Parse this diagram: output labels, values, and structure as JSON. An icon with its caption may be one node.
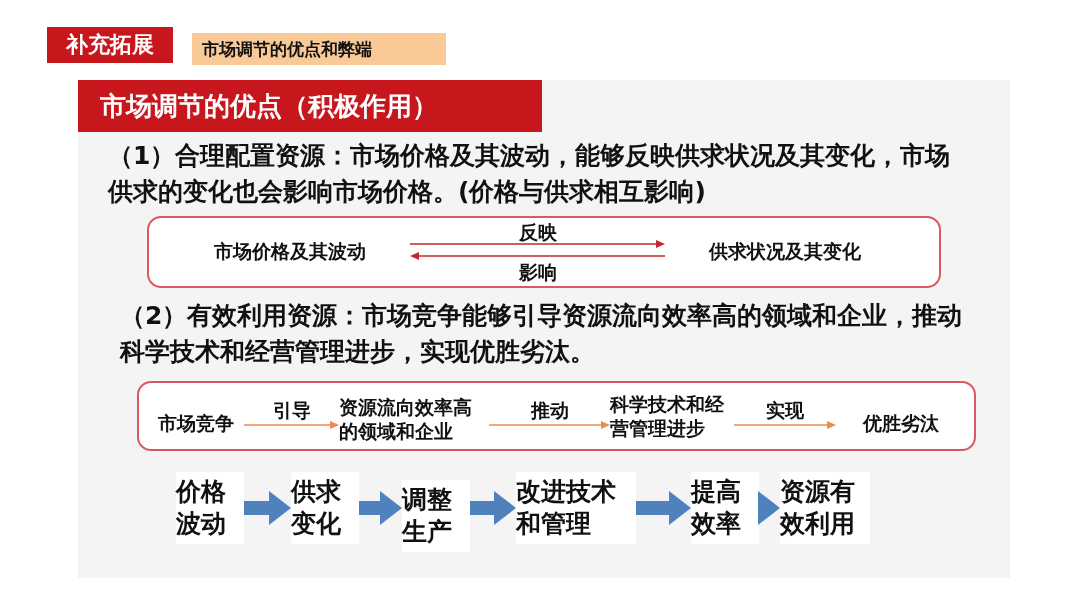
{
  "diagram": {
    "nodes": [
      {
        "text": [
          "补充拓展"
        ]
      },
      {
        "text": [
          "市场调节的优点和弊端"
        ]
      },
      {
        "text": [
          "市场调节的优点（积极作用）"
        ]
      },
      {
        "text": [],
        "shape": "box"
      },
      {
        "text": [
          "市场价格及其波动"
        ],
        "in": 3
      },
      {
        "text": [
          "供求状况及其变化"
        ],
        "in": 3
      },
      {
        "text": [],
        "shape": "box"
      },
      {
        "text": [
          "市场竞争"
        ],
        "in": 6
      },
      {
        "text": [
          "资源流向效率高的领域和企业"
        ],
        "in": 6
      },
      {
        "text": [
          "科学技术和经营管理进步"
        ],
        "in": 6
      },
      {
        "text": [
          "优胜劣汰"
        ],
        "in": 6
      },
      {
        "text": [
          "价格波动"
        ]
      },
      {
        "text": [
          "供求变化"
        ]
      },
      {
        "text": [
          "调整生产"
        ]
      },
      {
        "text": [
          "改进技术和管理"
        ]
      },
      {
        "text": [
          "提高效率"
        ]
      },
      {
        "text": [
          "资源有效利用"
        ]
      }
    ],
    "edges": [
      {
        "from": 4,
        "to": 5,
        "arrow": "to",
        "label": "反映",
        "color": "#c0282d"
      },
      {
        "from": 5,
        "to": 4,
        "arrow": "to",
        "label": "影响",
        "color": "#c0282d"
      },
      {
        "from": 7,
        "to": 8,
        "arrow": "to",
        "label": "引导",
        "color": "#ed8b4f"
      },
      {
        "from": 8,
        "to": 9,
        "arrow": "to",
        "label": "推动",
        "color": "#ed8b4f"
      },
      {
        "from": 9,
        "to": 10,
        "arrow": "to",
        "label": "实现",
        "color": "#ed8b4f"
      },
      {
        "from": 11,
        "to": 12,
        "arrow": "to",
        "style": "thick",
        "color": "#4f81bd"
      },
      {
        "from": 12,
        "to": 13,
        "arrow": "to",
        "style": "thick",
        "color": "#4f81bd"
      },
      {
        "from": 13,
        "to": 14,
        "arrow": "to",
        "style": "thick",
        "color": "#4f81bd"
      },
      {
        "from": 14,
        "to": 15,
        "arrow": "to",
        "style": "thick",
        "color": "#4f81bd"
      },
      {
        "from": 15,
        "to": 16,
        "arrow": "to",
        "style": "thick",
        "color": "#4f81bd"
      }
    ],
    "labels": [
      "（1）合理配置资源：市场价格及其波动，能够反映供求状况及其变化，市场供求的变化也会影响市场价格。(价格与供求相互影响)",
      "（2）有效利用资源：市场竞争能够引导资源流向效率高的领域和企业，推动科学技术和经营管理进步，实现优胜劣汰。"
    ]
  }
}
